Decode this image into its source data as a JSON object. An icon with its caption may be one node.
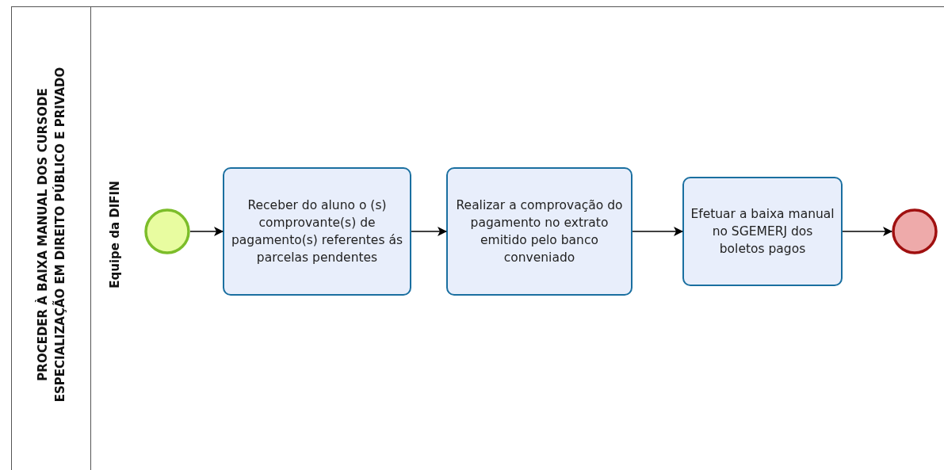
{
  "diagram": {
    "nodes": [
      {
        "text": [
          "PROCEDER À BAIXA MANUAL DOS CURSODE ESPECIALIZAÇÃO EM DIREITO PÚBLICO E PRIVADO"
        ]
      },
      {
        "text": [
          "Equipe da DIFIN"
        ],
        "in": 0
      },
      {
        "text": [],
        "shape": "circle",
        "in": 1
      },
      {
        "text": [
          "Receber do aluno o (s) comprovante(s) de pagamento(s) referentes ás parcelas pendentes"
        ],
        "in": 1
      },
      {
        "text": [
          "Realizar a comprovação do pagamento no extrato emitido pelo banco conveniado"
        ],
        "in": 1
      },
      {
        "text": [
          "Efetuar a baixa manual no SGEMERJ dos boletos pagos"
        ],
        "in": 1
      },
      {
        "text": [],
        "shape": "circle",
        "in": 1
      }
    ],
    "edges": [
      {
        "from": 2,
        "to": 3,
        "arrow": "to"
      },
      {
        "from": 3,
        "to": 4,
        "arrow": "to"
      },
      {
        "from": 4,
        "to": 5,
        "arrow": "to"
      },
      {
        "from": 5,
        "to": 6,
        "arrow": "to"
      }
    ]
  }
}
